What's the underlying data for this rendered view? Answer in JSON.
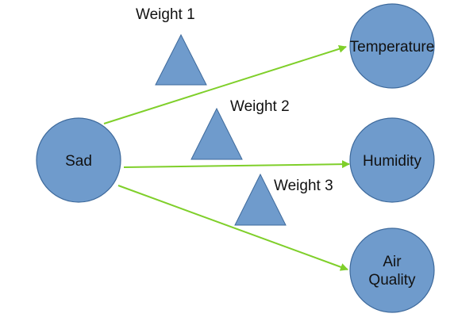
{
  "colors": {
    "node_fill": "#6f9bcc",
    "node_stroke": "#3e6a9c",
    "edge": "#7fcf2a",
    "text": "#111111"
  },
  "nodes": {
    "sad": {
      "label_lines": [
        "Sad"
      ]
    },
    "temperature": {
      "label_lines": [
        "Temperature"
      ]
    },
    "humidity": {
      "label_lines": [
        "Humidity"
      ]
    },
    "air_quality": {
      "label_lines": [
        "Air",
        "Quality"
      ]
    }
  },
  "weights": [
    {
      "label": "Weight 1"
    },
    {
      "label": "Weight 2"
    },
    {
      "label": "Weight 3"
    }
  ],
  "edges": [
    {
      "from": "Sad",
      "to": "Temperature"
    },
    {
      "from": "Sad",
      "to": "Humidity"
    },
    {
      "from": "Sad",
      "to": "Air Quality"
    }
  ]
}
